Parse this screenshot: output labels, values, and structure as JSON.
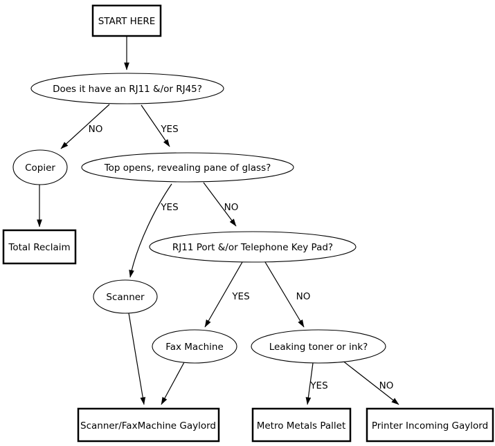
{
  "diagram": {
    "nodes": {
      "start": {
        "label": "START HERE",
        "shape": "box"
      },
      "q_rj45": {
        "label": "Does it have an RJ11 &/or RJ45?",
        "shape": "ellipse"
      },
      "copier": {
        "label": "Copier",
        "shape": "ellipse"
      },
      "total_reclaim": {
        "label": "Total Reclaim",
        "shape": "box"
      },
      "q_top_opens": {
        "label": "Top opens, revealing pane of glass?",
        "shape": "ellipse"
      },
      "scanner": {
        "label": "Scanner",
        "shape": "ellipse"
      },
      "q_rj11_port": {
        "label": "RJ11 Port &/or Telephone Key Pad?",
        "shape": "ellipse"
      },
      "fax_machine": {
        "label": "Fax Machine",
        "shape": "ellipse"
      },
      "q_leaking": {
        "label": "Leaking toner or ink?",
        "shape": "ellipse"
      },
      "scanner_fax_gaylord": {
        "label": "Scanner/FaxMachine Gaylord",
        "shape": "box"
      },
      "metro_metals": {
        "label": "Metro Metals Pallet",
        "shape": "box"
      },
      "printer_gaylord": {
        "label": "Printer Incoming Gaylord",
        "shape": "box"
      }
    },
    "edges": {
      "rj45_no": {
        "label": "NO",
        "from": "q_rj45",
        "to": "copier"
      },
      "rj45_yes": {
        "label": "YES",
        "from": "q_rj45",
        "to": "q_top_opens"
      },
      "top_yes": {
        "label": "YES",
        "from": "q_top_opens",
        "to": "scanner"
      },
      "top_no": {
        "label": "NO",
        "from": "q_top_opens",
        "to": "q_rj11_port"
      },
      "port_yes": {
        "label": "YES",
        "from": "q_rj11_port",
        "to": "fax_machine"
      },
      "port_no": {
        "label": "NO",
        "from": "q_rj11_port",
        "to": "q_leaking"
      },
      "leak_yes": {
        "label": "YES",
        "from": "q_leaking",
        "to": "metro_metals"
      },
      "leak_no": {
        "label": "NO",
        "from": "q_leaking",
        "to": "printer_gaylord"
      }
    },
    "colors": {
      "stroke": "#000000",
      "background": "#ffffff"
    }
  }
}
